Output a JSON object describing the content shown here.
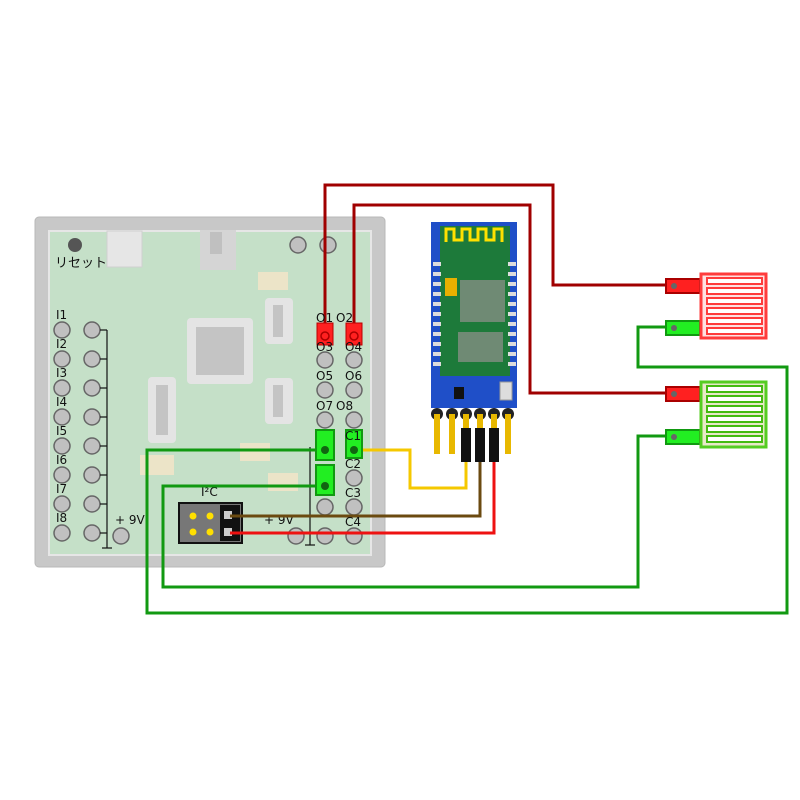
{
  "board": {
    "reset_label": "リセット",
    "inputs": [
      "I1",
      "I2",
      "I3",
      "I4",
      "I5",
      "I6",
      "I7",
      "I8"
    ],
    "power_left": "+ 9V",
    "power_right": "+ 9V",
    "outputs": [
      "O1",
      "O2",
      "O3",
      "O4",
      "O5",
      "O6",
      "O7",
      "O8"
    ],
    "connectors": [
      "C1",
      "C2",
      "C3",
      "C4"
    ],
    "i2c_label": "I²C"
  },
  "colors": {
    "board_frame": "#c8c8c8",
    "board_pcb": "#c5e0c8",
    "output_pad": "#ff2020",
    "connector_pad": "#22ee22",
    "wire_dark_red": "#a00000",
    "wire_green": "#119911",
    "wire_yellow": "#f5c800",
    "wire_brown": "#6b4a10",
    "wire_red": "#ee1111",
    "module_blue": "#1f4fc8",
    "sensor_red": "#ff3b3b",
    "sensor_green": "#55cc22"
  },
  "components": {
    "bluetooth_module": "bluetooth-module",
    "sensor_top": "water-sensor",
    "sensor_bottom": "water-sensor"
  }
}
